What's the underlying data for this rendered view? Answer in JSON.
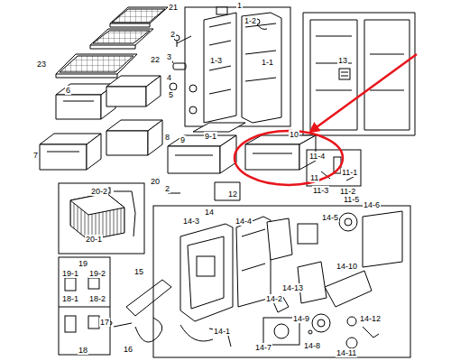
{
  "diagram": {
    "labels": [
      "21",
      "1",
      "2",
      "1-2",
      "22",
      "3",
      "23",
      "4",
      "1-3",
      "1-1",
      "13",
      "6",
      "5",
      "8",
      "9",
      "9-1",
      "10",
      "7",
      "11-4",
      "11",
      "11-1",
      "11-3",
      "11-2",
      "11-5",
      "20",
      "2",
      "12",
      "20-2",
      "14",
      "14-3",
      "14-4",
      "14-6",
      "14-5",
      "20-1",
      "14-10",
      "19",
      "19-1",
      "19-2",
      "15",
      "14-13",
      "14-2",
      "18-1",
      "18-2",
      "14-9",
      "14-12",
      "17",
      "14-1",
      "14-7",
      "16",
      "14-8",
      "14-11",
      "18"
    ]
  }
}
